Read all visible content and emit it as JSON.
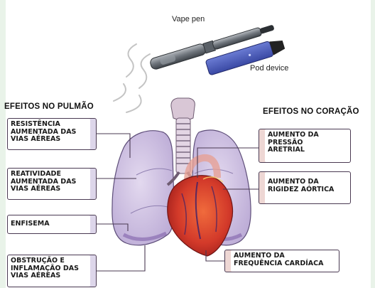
{
  "labels": {
    "vape_top": "Vape pen",
    "pod": "Pod device"
  },
  "headers": {
    "lung": "EFEITOS NO PULMÃO",
    "heart": "EFEITOS NO CORAÇÃO"
  },
  "lung_effects": [
    [
      "RESISTÊNCIA",
      "AUMENTADA DAS",
      "VIAS AÉREAS"
    ],
    [
      "REATIVIDADE",
      "AUMENTADA DAS",
      "VIAS AÉREAS"
    ],
    [
      "ENFISEMA"
    ],
    [
      "OBSTRUÇÃO E",
      "INFLAMAÇÃO DAS",
      "VIAS AÉREAS"
    ]
  ],
  "heart_effects": [
    [
      "AUMENTO DA",
      "PRESSÃO",
      "ARETRIAL"
    ],
    [
      "AUMENTO DA",
      "RIGIDEZ AÓRTICA"
    ],
    [
      "AUMENTO DA",
      "FREQUÊNCIA CARDÍACA"
    ]
  ],
  "colors": {
    "lung": "#cdbfe0",
    "heart": "#c8322a",
    "box_border": "#4a3a52"
  }
}
